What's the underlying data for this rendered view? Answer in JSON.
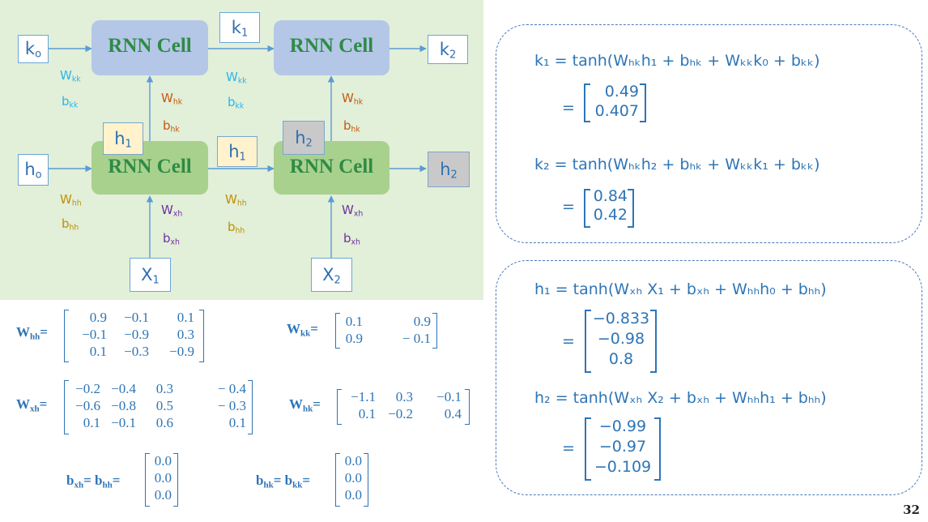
{
  "diagram": {
    "cell_label": "RNN Cell",
    "k0": "k",
    "k0_sub": "o",
    "k1": "k",
    "k1_sub": "1",
    "k2": "k",
    "k2_sub": "2",
    "h0": "h",
    "h0_sub": "o",
    "h1": "h",
    "h1_sub": "1",
    "h2": "h",
    "h2_sub": "2",
    "x1": "X",
    "x1_sub": "1",
    "x2": "X",
    "x2_sub": "2",
    "w_kk": "W",
    "w_kk_sub": "kk",
    "b_kk": "b",
    "b_kk_sub": "kk",
    "w_hk": "W",
    "w_hk_sub": "hk",
    "b_hk": "b",
    "b_hk_sub": "hk",
    "w_hh": "W",
    "w_hh_sub": "hh",
    "b_hh": "b",
    "b_hh_sub": "hh",
    "w_xh": "W",
    "w_xh_sub": "xh",
    "b_xh": "b",
    "b_xh_sub": "xh"
  },
  "colors": {
    "diagram_bg": "#e2efd9",
    "blue_cell": "#b4c7e7",
    "green_cell": "#a9d18e",
    "cell_text": "#2e8b45",
    "equation_text": "#2e75b6",
    "kk_label": "#29b6e8",
    "hk_label": "#c55a11",
    "hh_label": "#bf9000",
    "xh_label": "#7030a0"
  },
  "matrices": {
    "W_hh": {
      "name": "W",
      "sub": "hh",
      "rows": [
        [
          "0.9",
          "−0.1",
          "0.1"
        ],
        [
          "−0.1",
          "−0.9",
          "0.3"
        ],
        [
          "0.1",
          "−0.3",
          "−0.9"
        ]
      ]
    },
    "W_kk": {
      "name": "W",
      "sub": "kk",
      "rows": [
        [
          "0.1",
          "0.9"
        ],
        [
          "0.9",
          "− 0.1"
        ]
      ]
    },
    "W_xh": {
      "name": "W",
      "sub": "xh",
      "rows": [
        [
          "−0.2",
          "−0.4",
          "0.3",
          "− 0.4"
        ],
        [
          "−0.6",
          "−0.8",
          "0.5",
          "− 0.3"
        ],
        [
          "0.1",
          "−0.1",
          "0.6",
          "0.1"
        ]
      ]
    },
    "W_hk": {
      "name": "W",
      "sub": "hk",
      "rows": [
        [
          "−1.1",
          "0.3",
          "−0.1"
        ],
        [
          "0.1",
          "−0.2",
          "0.4"
        ]
      ]
    },
    "b_xh_hh": {
      "name1": "b",
      "sub1": "xh",
      "name2": "b",
      "sub2": "hh",
      "rows": [
        [
          "0.0"
        ],
        [
          "0.0"
        ],
        [
          "0.0"
        ]
      ]
    },
    "b_hk_kk": {
      "name1": "b",
      "sub1": "hk",
      "name2": "b",
      "sub2": "kk",
      "rows": [
        [
          "0.0"
        ],
        [
          "0.0"
        ],
        [
          "0.0"
        ]
      ]
    }
  },
  "equations_top": {
    "k1_eq": "k₁ = tanh(Wₕₖh₁ + bₕₖ + Wₖₖk₀ + bₖₖ)",
    "k1_vals": [
      "0.49",
      "0.407"
    ],
    "k2_eq": "k₂ = tanh(Wₕₖh₂ + bₕₖ + Wₖₖk₁ + bₖₖ)",
    "k2_vals": [
      "0.84",
      "0.42"
    ]
  },
  "equations_bottom": {
    "h1_eq": "h₁ = tanh(Wₓₕ X₁ + bₓₕ + Wₕₕh₀ + bₕₕ)",
    "h1_vals": [
      "−0.833",
      "−0.98",
      "0.8"
    ],
    "h2_eq": "h₂ = tanh(Wₓₕ X₂ + bₓₕ + Wₕₕh₁ + bₕₕ)",
    "h2_vals": [
      "−0.99",
      "−0.97",
      "−0.109"
    ]
  },
  "page_number": "32"
}
